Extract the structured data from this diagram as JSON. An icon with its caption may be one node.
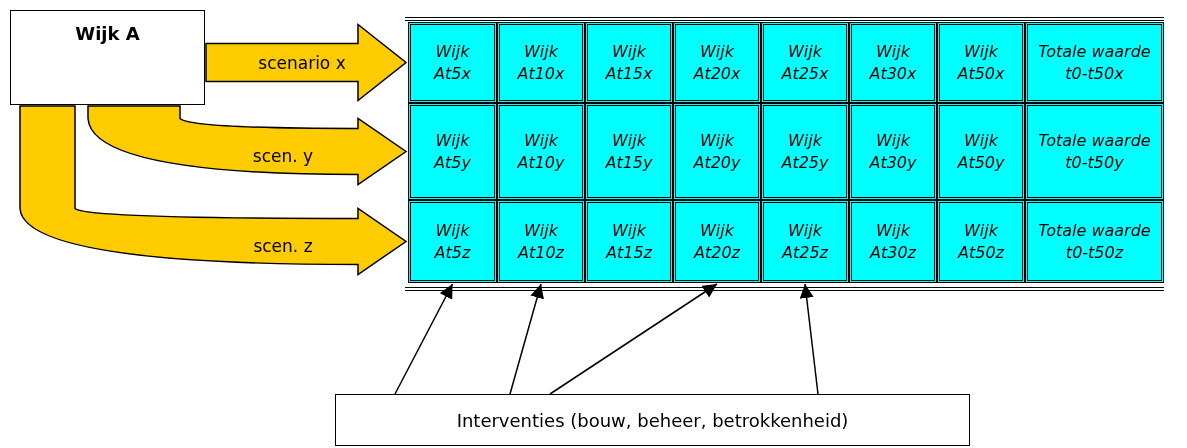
{
  "diagram": {
    "nodes": [
      {
        "text": [
          "Wijk A"
        ]
      },
      {
        "text": [
          "Wijk At5x"
        ]
      },
      {
        "text": [
          "Wijk At10x"
        ]
      },
      {
        "text": [
          "Wijk At15x"
        ]
      },
      {
        "text": [
          "Wijk At20x"
        ]
      },
      {
        "text": [
          "Wijk At25x"
        ]
      },
      {
        "text": [
          "Wijk At30x"
        ]
      },
      {
        "text": [
          "Wijk At50x"
        ]
      },
      {
        "text": [
          "Totale waarde t0-t50x"
        ]
      },
      {
        "text": [
          "Wijk At5y"
        ]
      },
      {
        "text": [
          "Wijk At10y"
        ]
      },
      {
        "text": [
          "Wijk At15y"
        ]
      },
      {
        "text": [
          "Wijk At20y"
        ]
      },
      {
        "text": [
          "Wijk At25y"
        ]
      },
      {
        "text": [
          "Wijk At30y"
        ]
      },
      {
        "text": [
          "Wijk At50y"
        ]
      },
      {
        "text": [
          "Totale waarde t0-t50y"
        ]
      },
      {
        "text": [
          "Wijk At5z"
        ]
      },
      {
        "text": [
          "Wijk At10z"
        ]
      },
      {
        "text": [
          "Wijk At15z"
        ]
      },
      {
        "text": [
          "Wijk At20z"
        ]
      },
      {
        "text": [
          "Wijk At25z"
        ]
      },
      {
        "text": [
          "Wijk At30z"
        ]
      },
      {
        "text": [
          "Wijk At50z"
        ]
      },
      {
        "text": [
          "Totale waarde t0-t50z"
        ]
      },
      {
        "text": [
          "Interventies (bouw, beheer, betrokkenheid)"
        ]
      }
    ],
    "edges": [
      {
        "from": 0,
        "to": 1,
        "arrow": "to",
        "label": "scenario x",
        "style": "thick",
        "color": "#ffcc00"
      },
      {
        "from": 0,
        "to": 9,
        "arrow": "to",
        "label": "scen. y",
        "style": "thick",
        "color": "#ffcc00"
      },
      {
        "from": 0,
        "to": 17,
        "arrow": "to",
        "label": "scen. z",
        "style": "thick",
        "color": "#ffcc00"
      },
      {
        "from": 25,
        "to": 17,
        "arrow": "to"
      },
      {
        "from": 25,
        "to": 18,
        "arrow": "to"
      },
      {
        "from": 25,
        "to": 20,
        "arrow": "to"
      },
      {
        "from": 25,
        "to": 21,
        "arrow": "to"
      }
    ]
  }
}
